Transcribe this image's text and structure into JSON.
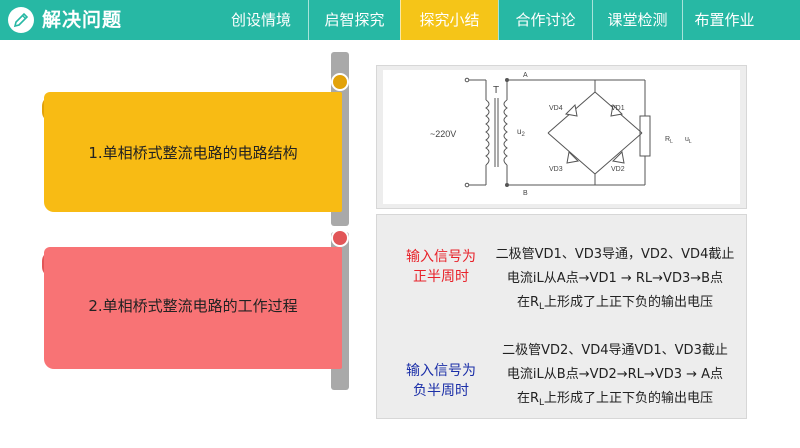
{
  "header": {
    "title": "解决问题",
    "tabs": [
      {
        "label": "创设情境",
        "active": false
      },
      {
        "label": "启智探究",
        "active": false
      },
      {
        "label": "探究小结",
        "active": true
      },
      {
        "label": "合作讨论",
        "active": false
      },
      {
        "label": "课堂检测",
        "active": false
      },
      {
        "label": "布置作业",
        "active": false
      }
    ],
    "icon": "pencil-icon"
  },
  "colors": {
    "header_bg": "#27b8a4",
    "active_tab": "#f5c518",
    "banner_yellow": "#f8bb14",
    "banner_red": "#f87375",
    "positive_text": "#e8222a",
    "negative_text": "#1b2fa8"
  },
  "banners": [
    {
      "label": "1.单相桥式整流电路的电路结构"
    },
    {
      "label": "2.单相桥式整流电路的工作过程"
    }
  ],
  "circuit": {
    "source": "~220V",
    "transformer": "T",
    "secondary": "u",
    "secondary_sub": "2",
    "node_a": "A",
    "node_b": "B",
    "vd1": "VD1",
    "vd2": "VD2",
    "vd3": "VD3",
    "vd4": "VD4",
    "load": "R",
    "load_sub": "L",
    "output": "u",
    "output_sub": "L"
  },
  "process": {
    "positive": {
      "condition_line1": "输入信号为",
      "condition_line2": "正半周时",
      "line1": "二极管VD1、VD3导通，VD2、VD4截止",
      "line2": "电流iL从A点→VD1 → RL→VD3→B点",
      "line3_pre": "在R",
      "line3_sub": "L",
      "line3_post": "上形成了上正下负的输出电压"
    },
    "negative": {
      "condition_line1": "输入信号为",
      "condition_line2": "负半周时",
      "line1": "二极管VD2、VD4导通VD1、VD3截止",
      "line2": "电流iL从B点→VD2→RL→VD3 → A点",
      "line3_pre": "在R",
      "line3_sub": "L",
      "line3_post": "上形成了上正下负的输出电压"
    }
  }
}
